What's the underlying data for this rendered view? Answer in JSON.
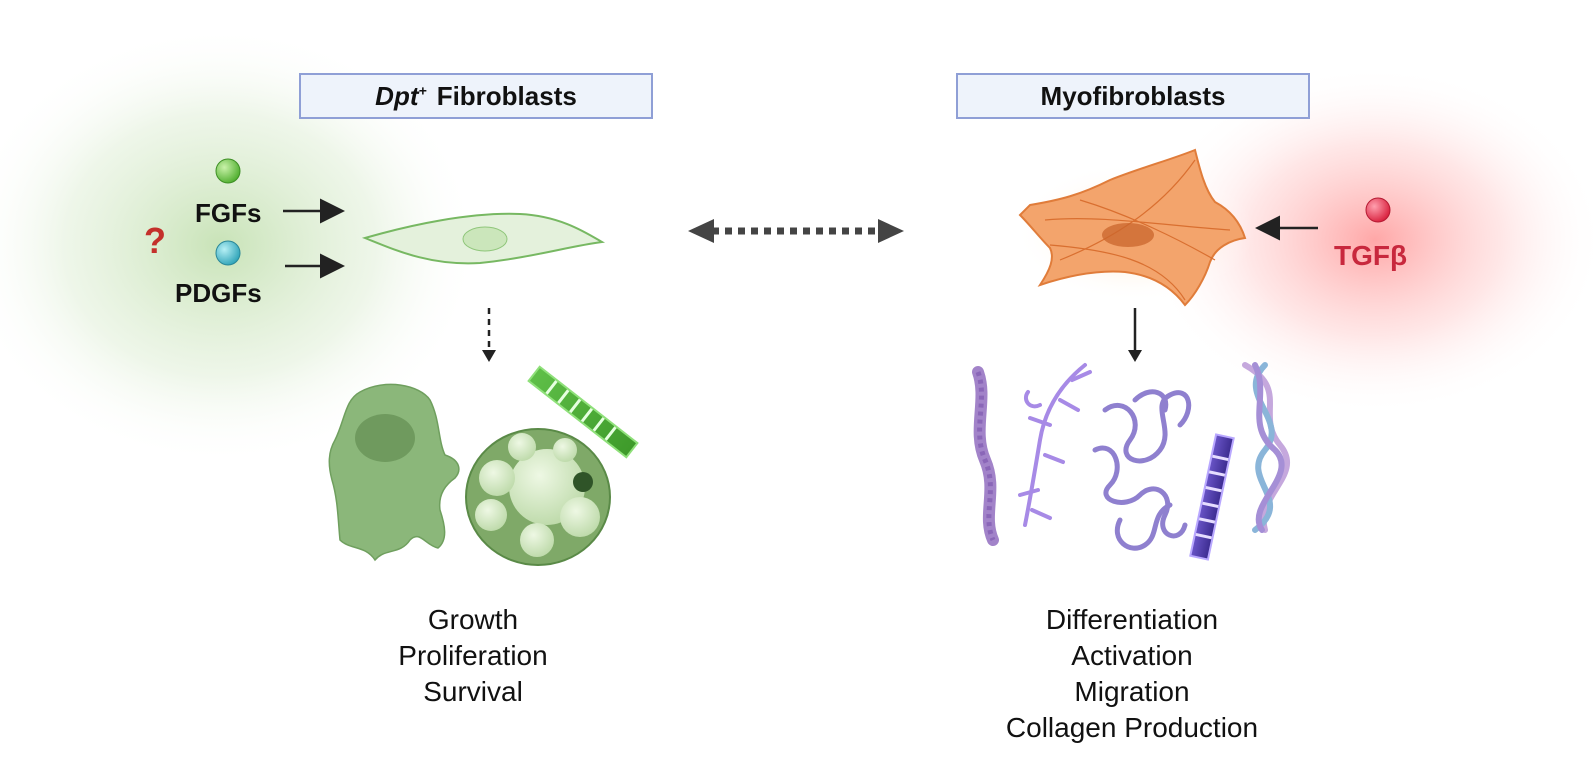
{
  "left_panel": {
    "title_prefix": "Dpt",
    "title_superscript": "+",
    "title_main": "Fibroblasts",
    "signals": [
      "FGFs",
      "PDGFs"
    ],
    "unknown_symbol": "?",
    "outcomes": [
      "Growth",
      "Proliferation",
      "Survival"
    ]
  },
  "right_panel": {
    "title": "Myofibroblasts",
    "signal": "TGFβ",
    "outcomes": [
      "Differentiation",
      "Activation",
      "Migration",
      "Collagen Production"
    ]
  },
  "colors": {
    "fibroblast_green": "#7fbf6a",
    "myofibroblast_orange": "#f0955a",
    "tgf_red": "#e0324a",
    "pdgf_cyan": "#3fb6c8",
    "fgf_green": "#5cbf3c",
    "question_red": "#c4302b",
    "collagen_purple": "#9a7fd6",
    "box_border": "#8f9fd6"
  }
}
